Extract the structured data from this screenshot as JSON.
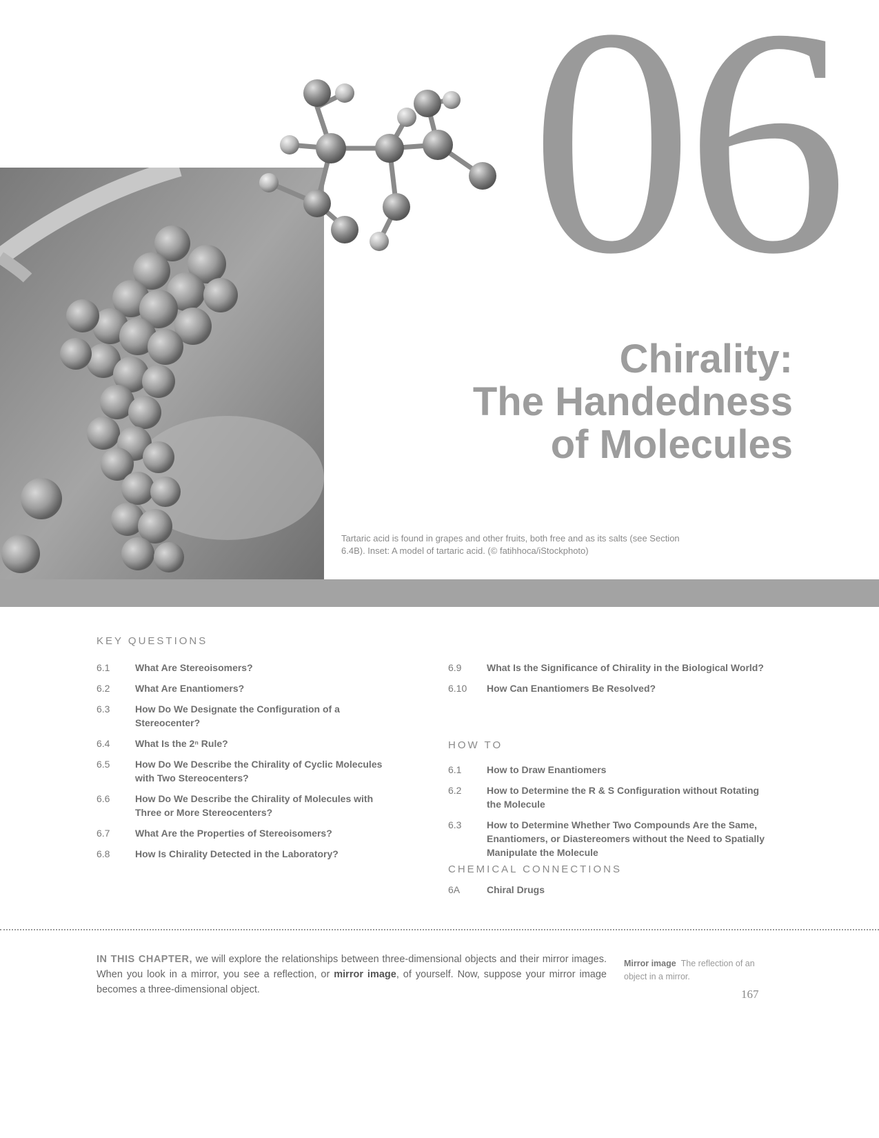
{
  "chapter": {
    "number": "06",
    "title_lines": [
      "Chirality:",
      "The Handedness",
      "of Molecules"
    ]
  },
  "photo": {
    "caption": "Tartaric acid is found in grapes and other fruits, both free and as its salts (see Section 6.4B). Inset: A model of tartaric acid. (© fatihhoca/iStockphoto)"
  },
  "key_questions": {
    "heading": "KEY QUESTIONS",
    "items": [
      {
        "num": "6.1",
        "text": "What Are Stereoisomers?"
      },
      {
        "num": "6.2",
        "text": "What Are Enantiomers?"
      },
      {
        "num": "6.3",
        "text": "How Do We Designate the Configuration of a Stereocenter?"
      },
      {
        "num": "6.4",
        "text": "What Is the 2ⁿ Rule?"
      },
      {
        "num": "6.5",
        "text": "How Do We Describe the Chirality of Cyclic Molecules with Two Stereocenters?"
      },
      {
        "num": "6.6",
        "text": "How Do We Describe the Chirality of Molecules with Three or More Stereocenters?"
      },
      {
        "num": "6.7",
        "text": "What Are the Properties of Stereoisomers?"
      },
      {
        "num": "6.8",
        "text": "How Is Chirality Detected in the Laboratory?"
      },
      {
        "num": "6.9",
        "text": "What Is the Significance of Chirality in the Biological World?"
      },
      {
        "num": "6.10",
        "text": "How Can Enantiomers Be Resolved?"
      }
    ]
  },
  "how_to": {
    "heading": "HOW TO",
    "items": [
      {
        "num": "6.1",
        "text": "How to Draw Enantiomers"
      },
      {
        "num": "6.2",
        "text": "How to Determine the R & S Configuration without Rotating the Molecule"
      },
      {
        "num": "6.3",
        "text": "How to Determine Whether Two Compounds Are the Same, Enantiomers, or Diastereomers without the Need to Spatially Manipulate the Molecule"
      }
    ]
  },
  "chemical_connections": {
    "heading": "CHEMICAL CONNECTIONS",
    "items": [
      {
        "num": "6A",
        "text": "Chiral Drugs"
      }
    ]
  },
  "intro": {
    "lead": "IN THIS CHAPTER,",
    "part1": " we will explore the relationships between three-dimensional objects and their mirror images. When you look in a mirror, you see a reflection, or ",
    "term": "mirror image",
    "part2": ", of yourself. Now, suppose your mirror image becomes a three-dimensional object."
  },
  "margin_note": {
    "term": "Mirror image",
    "definition": "The reflection of an object in a mirror."
  },
  "page_number": "167"
}
